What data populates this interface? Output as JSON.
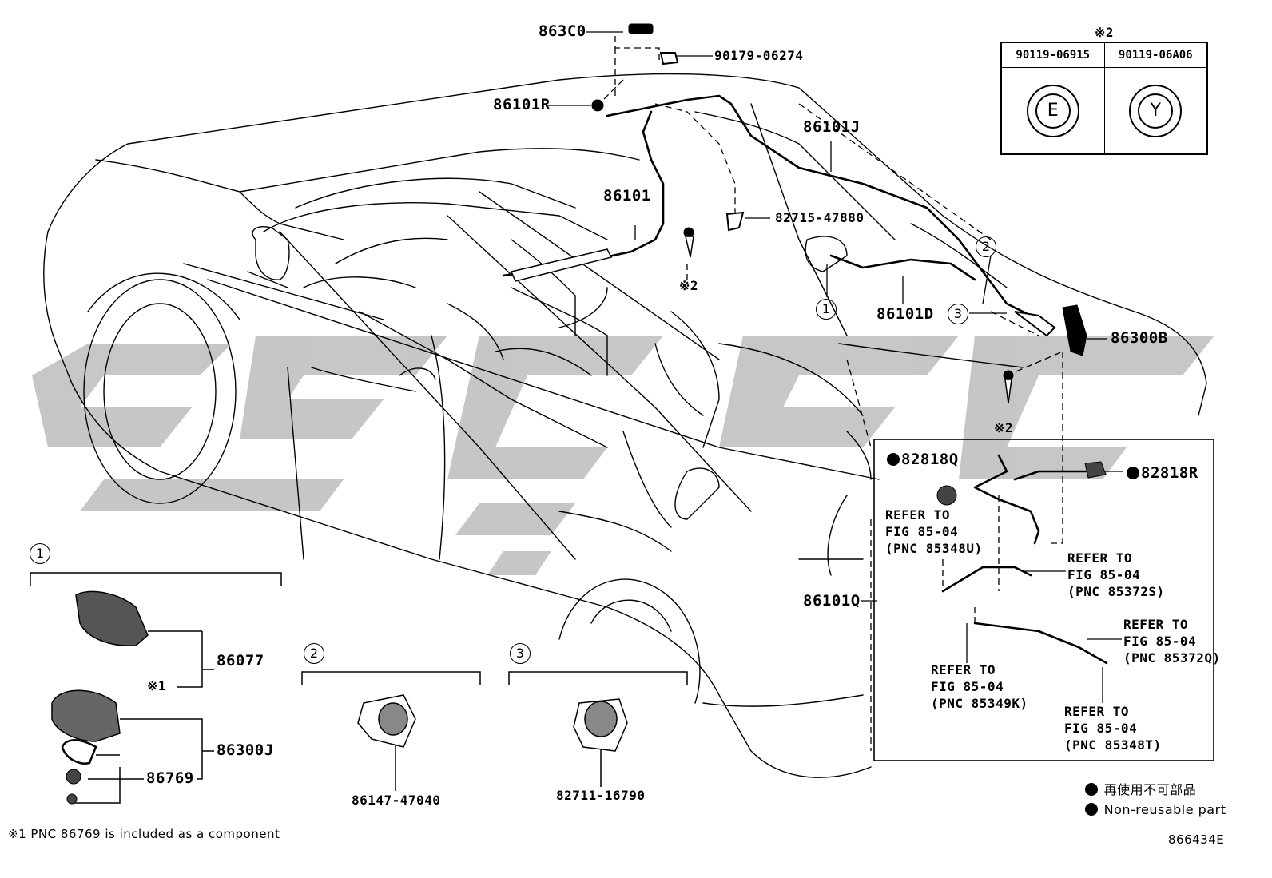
{
  "diagram": {
    "figure_id": "866434E",
    "parts": {
      "p863C0": "863C0",
      "p90179": "90179-06274",
      "p86101R": "86101R",
      "p86101J": "86101J",
      "p86101": "86101",
      "p82715": "82715-47880",
      "p86101D": "86101D",
      "p86300B": "86300B",
      "p86101Q": "86101Q",
      "p82818Q": "82818Q",
      "p82818R": "82818R",
      "p86077": "86077",
      "p86300J": "86300J",
      "p86769": "86769",
      "p86147": "86147-47040",
      "p82711": "82711-16790"
    },
    "marks": {
      "x2_a": "※2",
      "x2_b": "※2",
      "x2_c": "※2",
      "x1": "※1"
    },
    "circled": {
      "c1": "1",
      "c2": "2",
      "c3": "3",
      "c1b": "1",
      "c2b": "2",
      "c3b": "3"
    },
    "refs": {
      "r1": "REFER TO\nFIG 85-04\n(PNC 85348U)",
      "r2": "REFER TO\nFIG 85-04\n(PNC 85372S)",
      "r3": "REFER TO\nFIG 85-04\n(PNC 85372Q)",
      "r4": "REFER TO\nFIG 85-04\n(PNC 85349K)",
      "r5": "REFER TO\nFIG 85-04\n(PNC 85348T)"
    },
    "bolt_table": {
      "col1": "90119-06915",
      "col2": "90119-06A06",
      "mark1": "E",
      "mark2": "Y"
    },
    "legend": {
      "jp": "再使用不可部品",
      "en": "Non-reusable part"
    },
    "footnote": "※1 PNC 86769 is included as a component"
  }
}
